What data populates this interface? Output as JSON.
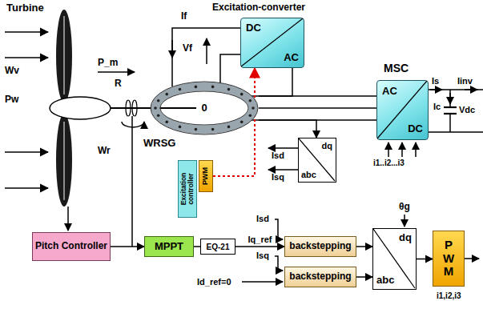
{
  "diagram": {
    "nodes": [
      {
        "text": [
          "Excitation-converter",
          "DC",
          "AC"
        ]
      },
      {
        "text": [
          "0",
          "WRSG"
        ]
      },
      {
        "text": [
          "Excitation controller"
        ]
      },
      {
        "text": [
          "PWM"
        ]
      },
      {
        "text": [
          "MSC",
          "AC",
          "DC"
        ]
      },
      {
        "text": [
          "dq",
          "abc"
        ]
      },
      {
        "text": [
          "Pitch Controller"
        ]
      },
      {
        "text": [
          "MPPT"
        ]
      },
      {
        "text": [
          "EQ-21"
        ]
      },
      {
        "text": [
          "backstepping"
        ]
      },
      {
        "text": [
          "backstepping"
        ]
      },
      {
        "text": [
          "dq",
          "abc"
        ]
      },
      {
        "text": [
          "PWM"
        ]
      }
    ],
    "edges": [
      {
        "from": 1,
        "to": 0,
        "arrow": "none"
      },
      {
        "from": 1,
        "to": 4,
        "arrow": "none"
      },
      {
        "from": 1,
        "to": 5,
        "arrow": "to"
      },
      {
        "from": 3,
        "to": 0,
        "arrow": "to"
      },
      {
        "from": 6,
        "to": 7,
        "arrow": "to"
      },
      {
        "from": 7,
        "to": 8,
        "arrow": "none"
      },
      {
        "from": 8,
        "to": 9,
        "label": "Iq_ref",
        "arrow": "to"
      },
      {
        "from": 9,
        "to": 11,
        "arrow": "to"
      },
      {
        "from": 10,
        "to": 11,
        "arrow": "to"
      },
      {
        "from": 11,
        "to": 12,
        "arrow": "to"
      }
    ],
    "labels": [
      "Turbine",
      "Wv",
      "P_m",
      "R",
      "Wr",
      "Pw",
      "If",
      "Vf",
      "Is",
      "Iinv",
      "Ic",
      "Vdc",
      "Isd",
      "Isq",
      "i1..i2...i3",
      "Isd",
      "θg",
      "Isq",
      "Id_ref=0",
      "i1,i2,i3"
    ]
  }
}
